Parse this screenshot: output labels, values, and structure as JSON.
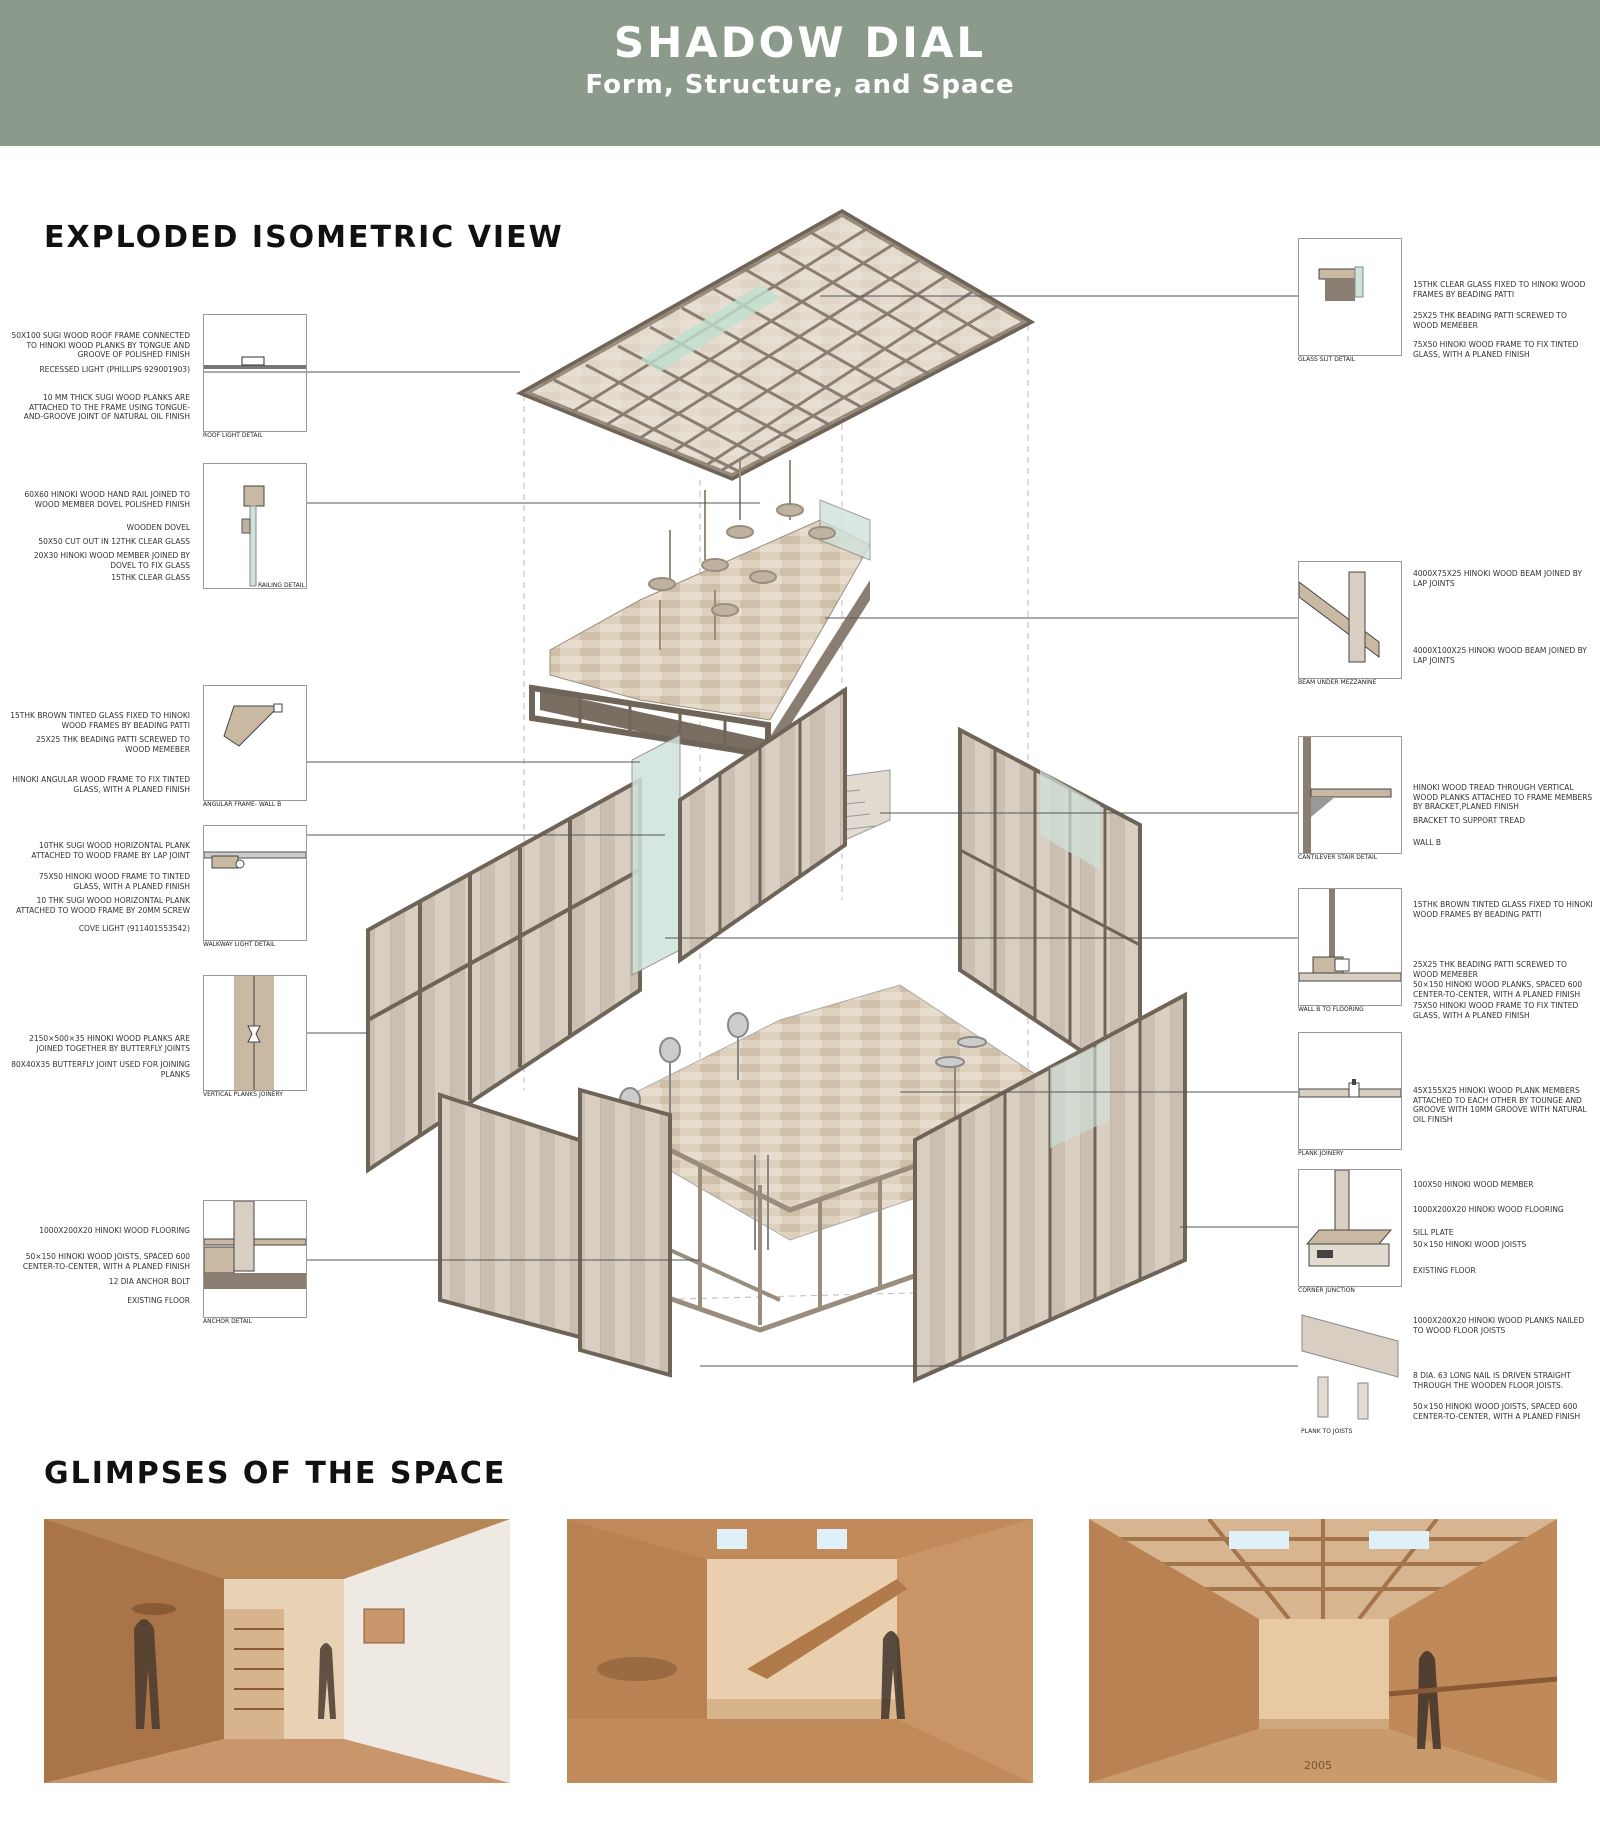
{
  "header": {
    "title": "SHADOW DIAL",
    "subtitle": "Form, Structure, and Space"
  },
  "sections": {
    "isometric": "EXPLODED ISOMETRIC VIEW",
    "glimpses": "GLIMPSES OF THE SPACE"
  },
  "details_left": {
    "roof_light": {
      "caption": "ROOF LIGHT DETAIL",
      "labels": [
        "50X100 SUGI WOOD ROOF FRAME CONNECTED TO HINOKI WOOD PLANKS BY TONGUE AND GROOVE OF POLISHED FINISH",
        "RECESSED LIGHT (PHILLIPS 929001903)",
        "10 MM THICK SUGI WOOD PLANKS ARE ATTACHED TO THE FRAME USING TONGUE-AND-GROOVE JOINT OF NATURAL OIL FINISH"
      ]
    },
    "railing": {
      "caption": "RAILING DETAIL",
      "labels": [
        "60X60 HINOKI WOOD HAND RAIL JOINED TO WOOD MEMBER DOVEL POLISHED FINISH",
        "WOODEN DOVEL",
        "50X50 CUT OUT IN 12THK CLEAR GLASS",
        "20X30 HINOKI WOOD MEMBER JOINED BY DOVEL TO FIX GLASS",
        "15THK CLEAR GLASS"
      ]
    },
    "angular_frame": {
      "caption": "ANGULAR FRAME- WALL B",
      "labels": [
        "15THK BROWN TINTED GLASS FIXED TO HINOKI WOOD FRAMES BY BEADING PATTI",
        "25X25 THK BEADING PATTI SCREWED TO WOOD MEMEBER",
        "HINOKI ANGULAR WOOD FRAME TO FIX TINTED GLASS, WITH A PLANED FINISH"
      ]
    },
    "walkway": {
      "caption": "Walkway light detail",
      "labels": [
        "10THK SUGI WOOD HORIZONTAL PLANK ATTACHED TO WOOD FRAME BY LAP JOINT",
        "75X50 HINOKI WOOD FRAME TO TINTED GLASS, WITH A PLANED FINISH",
        "10 THK SUGI WOOD HORIZONTAL PLANK ATTACHED TO WOOD FRAME BY 20MM SCREW",
        "COVE LIGHT (911401553542)"
      ]
    },
    "vertical_planks": {
      "caption": "VERTICAL PLANKS JOINERY",
      "labels": [
        "2150×500×35 HINOKI WOOD PLANKS ARE JOINED TOGETHER BY BUTTERFLY JOINTS",
        "80X40X35 BUTTERFLY JOINT USED FOR JOINING PLANKS"
      ]
    },
    "anchor": {
      "caption": "ANCHOR DETAIL",
      "labels": [
        "1000X200X20 HINOKI WOOD FLOORING",
        "50×150 HINOKI WOOD JOISTS, SPACED 600 CENTER-TO-CENTER, WITH A PLANED FINISH",
        "12 DIA ANCHOR BOLT",
        "EXISTING FLOOR"
      ]
    }
  },
  "details_right": {
    "glass_slit": {
      "caption": "GLASS SLIT DETAIL",
      "labels": [
        "15THK CLEAR GLASS FIXED TO HINOKI WOOD FRAMES BY BEADING PATTI",
        "25X25 THK BEADING PATTI SCREWED TO WOOD MEMEBER",
        "75X50 HINOKI WOOD FRAME TO FIX TINTED GLASS, WITH A PLANED FINISH"
      ]
    },
    "beam": {
      "caption": "BEAM UNDER MEZZANINE",
      "labels": [
        "4000X75X25 HINOKI WOOD BEAM JOINED BY LAP JOINTS",
        "4000X100X25 HINOKI WOOD BEAM JOINED BY LAP JOINTS"
      ]
    },
    "cantilever": {
      "caption": "CANTILEVER STAIR DETAIL",
      "labels": [
        "HINOKI WOOD TREAD THROUGH VERTICAL WOOD PLANKS ATTACHED TO FRAME MEMBERS BY BRACKET,PLANED FINISH",
        "BRACKET TO SUPPORT TREAD",
        "WALL B"
      ]
    },
    "wall_b": {
      "caption": "WALL B TO FLOORING",
      "labels": [
        "15THK BROWN TINTED GLASS FIXED TO HINOKI WOOD FRAMES BY BEADING PATTI",
        "25X25 THK BEADING PATTI SCREWED TO WOOD MEMEBER",
        "50×150 HINOKI WOOD PLANKS, SPACED 600 CENTER-TO-CENTER, WITH A PLANED FINISH",
        "75X50 HINOKI WOOD FRAME TO FIX TINTED GLASS, WITH A PLANED FINISH"
      ]
    },
    "plank_joinery": {
      "caption": "PLANK JOINERY",
      "labels": [
        "45X155X25 HINOKI WOOD PLANK MEMBERS ATTACHED TO EACH OTHER BY TOUNGE AND GROOVE WITH 10MM GROOVE WITH NATURAL OIL FINISH"
      ]
    },
    "corner": {
      "caption": "CORNER JUNCTION",
      "labels": [
        "100X50 HINOKI WOOD MEMBER",
        "1000X200X20 HINOKI WOOD FLOORING",
        "SILL PLATE",
        "50×150 HINOKI WOOD JOISTS",
        "EXISTING FLOOR"
      ]
    },
    "plank_joists": {
      "caption": "PLANK TO JOISTS",
      "labels": [
        "1000X200X20 HINOKI WOOD PLANKS NAILED TO WOOD FLOOR JOISTS",
        "8 DIA. 63 LONG NAIL IS DRIVEN STRAIGHT THROUGH THE WOODEN FLOOR JOISTS.",
        "50×150 HINOKI WOOD JOISTS, SPACED 600 CENTER-TO-CENTER, WITH A PLANED FINISH"
      ]
    }
  },
  "photos": {
    "engraving": "2005"
  },
  "colors": {
    "header": "#8c9a8c",
    "wood": "#d9c9b3",
    "frame": "#7a6e62",
    "glass": "#cfe3da"
  }
}
